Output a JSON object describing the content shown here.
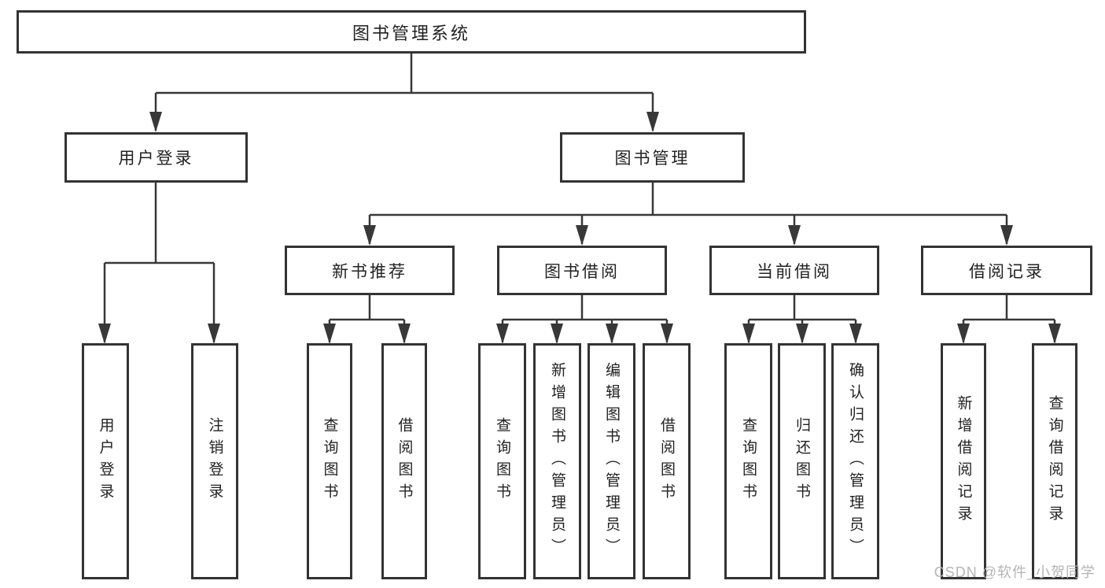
{
  "tree": {
    "label": "图书管理系统",
    "children": [
      {
        "label": "用户登录",
        "children": [
          {
            "label": "用户登录"
          },
          {
            "label": "注销登录"
          }
        ]
      },
      {
        "label": "图书管理",
        "children": [
          {
            "label": "新书推荐",
            "children": [
              {
                "label": "查询图书"
              },
              {
                "label": "借阅图书"
              }
            ]
          },
          {
            "label": "图书借阅",
            "children": [
              {
                "label": "查询图书"
              },
              {
                "label": "新增图书（管理员）"
              },
              {
                "label": "编辑图书（管理员）"
              },
              {
                "label": "借阅图书"
              }
            ]
          },
          {
            "label": "当前借阅",
            "children": [
              {
                "label": "查询图书"
              },
              {
                "label": "归还图书"
              },
              {
                "label": "确认归还（管理员）"
              }
            ]
          },
          {
            "label": "借阅记录",
            "children": [
              {
                "label": "新增借阅记录"
              },
              {
                "label": "查询借阅记录"
              }
            ]
          }
        ]
      }
    ]
  },
  "watermark": {
    "text": "CSDN @软件_小贺同学"
  },
  "colors": {
    "line": "#383838",
    "box_border": "#333333",
    "text": "#222222",
    "watermark": "#b5b5b5",
    "background": "#ffffff"
  }
}
